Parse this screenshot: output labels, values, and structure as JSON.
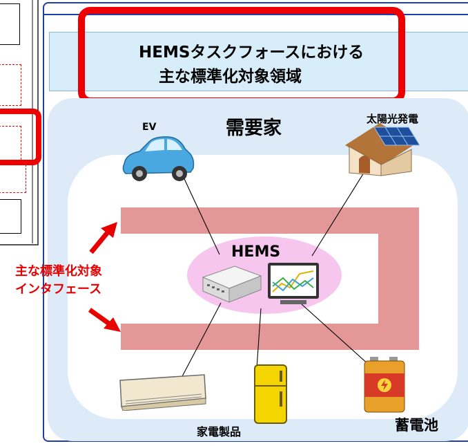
{
  "title": {
    "line1": "HEMSタスクフォースにおける",
    "line2": "主な標準化対象領域"
  },
  "labels": {
    "consumer": "需要家",
    "ev": "EV",
    "solar": "太陽光発電",
    "hems": "HEMS",
    "interface_line1": "主な標準化対象",
    "interface_line2": "インタフェース",
    "appliances": "家電製品",
    "battery": "蓄電池"
  },
  "colors": {
    "highlight_red": "#ee0000",
    "frame_blue": "#1f3fa8",
    "title_bg": "#d7eefa",
    "area_bg": "#dcebf7",
    "band": "#e39797",
    "hems_oval": "#f6c6ee",
    "label_red": "#e60000"
  },
  "icons": [
    "car-icon",
    "house-solar-icon",
    "router-icon",
    "monitor-chart-icon",
    "air-conditioner-icon",
    "refrigerator-icon",
    "battery-icon"
  ]
}
